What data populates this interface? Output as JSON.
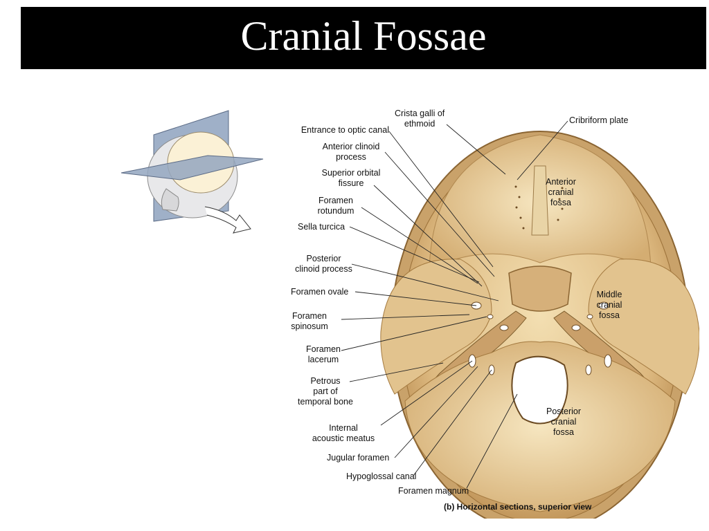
{
  "slide": {
    "title": "Cranial Fossae"
  },
  "labels": {
    "crista_galli": "Crista galli of\nethmoid",
    "cribriform": "Cribriform plate",
    "optic_canal": "Entrance to optic canal",
    "anterior_clinoid": "Anterior clinoid\nprocess",
    "superior_orbital": "Superior orbital\nfissure",
    "rotundum": "Foramen\nrotundum",
    "sella": "Sella turcica",
    "posterior_clinoid": "Posterior\nclinoid process",
    "ovale": "Foramen ovale",
    "spinosum": "Foramen\nspinosum",
    "lacerum": "Foramen\nlacerum",
    "petrous": "Petrous\npart of\ntemporal bone",
    "acoustic": "Internal\nacoustic meatus",
    "jugular": "Jugular foramen",
    "hypoglossal": "Hypoglossal canal",
    "magnum": "Foramen magnum",
    "anterior_fossa": "Anterior\ncranial\nfossa",
    "middle_fossa": "Middle\ncranial\nfossa",
    "posterior_fossa": "Posterior\ncranial\nfossa"
  },
  "caption": "(b) Horizontal sections, superior view",
  "colors": {
    "title_bg": "#000000",
    "title_text": "#ffffff",
    "bone_light": "#f3dfb2",
    "bone_mid": "#ddb980",
    "bone_dark": "#b88a4e",
    "plane": "#8a9bb8"
  }
}
